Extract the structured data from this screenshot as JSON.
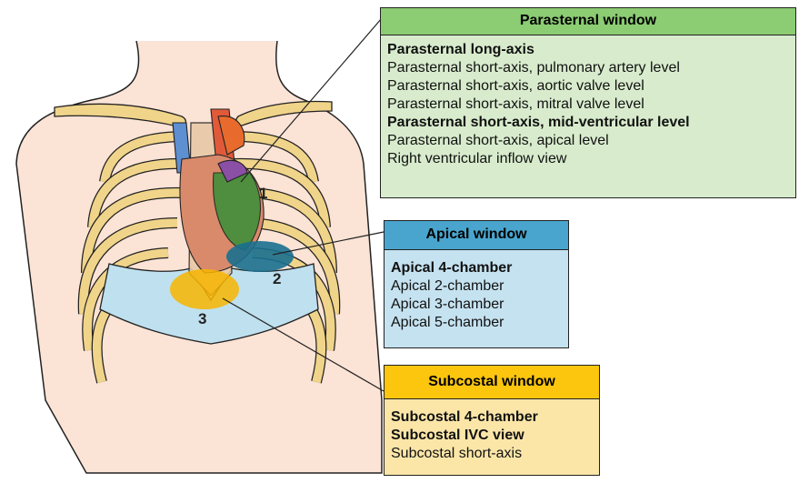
{
  "windows": {
    "parasternal": {
      "title": "Parasternal window",
      "items": [
        {
          "label": "Parasternal long-axis",
          "bold": true
        },
        {
          "label": "Parasternal short-axis, pulmonary artery level",
          "bold": false
        },
        {
          "label": "Parasternal short-axis, aortic valve level",
          "bold": false
        },
        {
          "label": "Parasternal short-axis, mitral valve level",
          "bold": false
        },
        {
          "label": "Parasternal short-axis, mid-ventricular level",
          "bold": true
        },
        {
          "label": "Parasternal short-axis, apical level",
          "bold": false
        },
        {
          "label": "Right ventricular inflow view",
          "bold": false
        }
      ]
    },
    "apical": {
      "title": "Apical window",
      "items": [
        {
          "label": "Apical 4-chamber",
          "bold": true
        },
        {
          "label": "Apical 2-chamber",
          "bold": false
        },
        {
          "label": "Apical 3-chamber",
          "bold": false
        },
        {
          "label": "Apical 5-chamber",
          "bold": false
        }
      ]
    },
    "subcostal": {
      "title": "Subcostal window",
      "items": [
        {
          "label": "Subcostal 4-chamber",
          "bold": true
        },
        {
          "label": "Subcostal IVC view",
          "bold": true
        },
        {
          "label": "Subcostal short-axis",
          "bold": false
        }
      ]
    }
  },
  "markers": {
    "parasternal": "1",
    "apical": "2",
    "subcostal": "3"
  },
  "colors": {
    "skin": "#fbe3d6",
    "rib": "#f0d48a",
    "costal_cartilage": "#bfe0ee",
    "parasternal_header": "#8ccc73",
    "parasternal_body": "#d8eccd",
    "apical_header": "#49a5cd",
    "apical_body": "#c5e2f0",
    "subcostal_header": "#fcc60e",
    "subcostal_body": "#fbe6a8",
    "apical_window_marker": "#1a6f8f",
    "subcostal_window_marker": "#f7b500"
  }
}
